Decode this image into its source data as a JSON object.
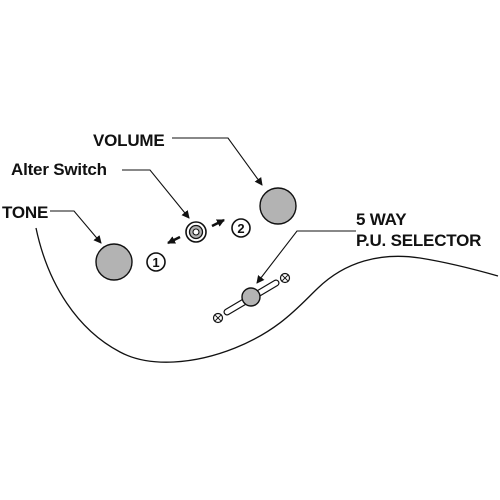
{
  "labels": {
    "volume": "VOLUME",
    "alter_switch": "Alter Switch",
    "tone": "TONE",
    "selector_line1": "5 WAY",
    "selector_line2": "P.U. SELECTOR"
  },
  "positions": {
    "one": "1",
    "two": "2"
  },
  "colors": {
    "knob_fill": "#b3b3b3",
    "ink": "#111111",
    "background": "#ffffff"
  }
}
